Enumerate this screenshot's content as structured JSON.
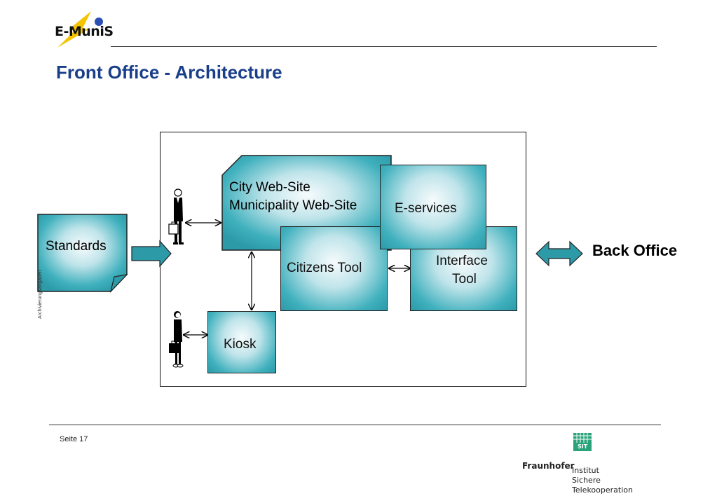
{
  "header": {
    "logo_text": "E-MuniS",
    "title": "Front Office - Architecture"
  },
  "diagram": {
    "city_web_site_line1": "City Web-Site",
    "city_web_site_line2": "Municipality Web-Site",
    "e_services": "E-services",
    "citizens_tool": "Citizens Tool",
    "interface_tool_line1": "Interface",
    "interface_tool_line2": "Tool",
    "kiosk": "Kiosk",
    "standards": "Standards",
    "back_office": "Back Office"
  },
  "sidebar_text": "Archivierungsangaben",
  "footer": {
    "page": "Seite 17",
    "org_name": "Fraunhofer",
    "org_line1": "Institut",
    "org_line2": "Sichere Telekooperation",
    "badge": "SIT"
  },
  "colors": {
    "teal": "#2d9aa8",
    "title_blue": "#1a3f8a",
    "logo_yellow": "#f5c400",
    "logo_blue": "#2b4fb3"
  }
}
